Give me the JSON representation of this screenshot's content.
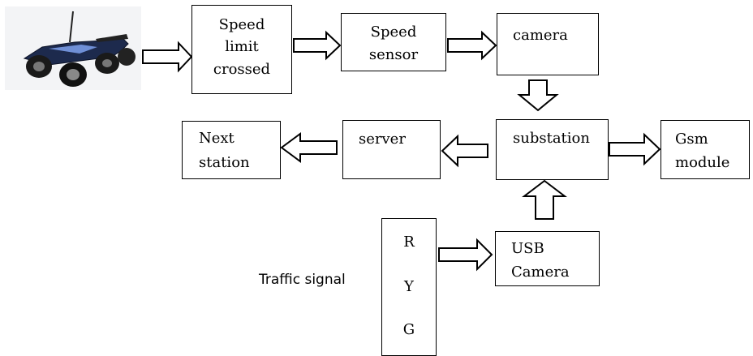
{
  "diagram": {
    "speed_limit": [
      "Speed",
      "limit",
      "crossed"
    ],
    "speed_sensor": [
      "Speed",
      "sensor"
    ],
    "camera": "camera",
    "substation": "substation",
    "server": "server",
    "next_station": [
      "Next",
      "station"
    ],
    "gsm_module": [
      "Gsm",
      "module"
    ],
    "usb_camera": [
      "USB",
      "Camera"
    ],
    "traffic_signal_label": "Traffic signal",
    "signal_lights": [
      "R",
      "Y",
      "G"
    ]
  },
  "car_image": {
    "icon": "rc-car-photo"
  }
}
